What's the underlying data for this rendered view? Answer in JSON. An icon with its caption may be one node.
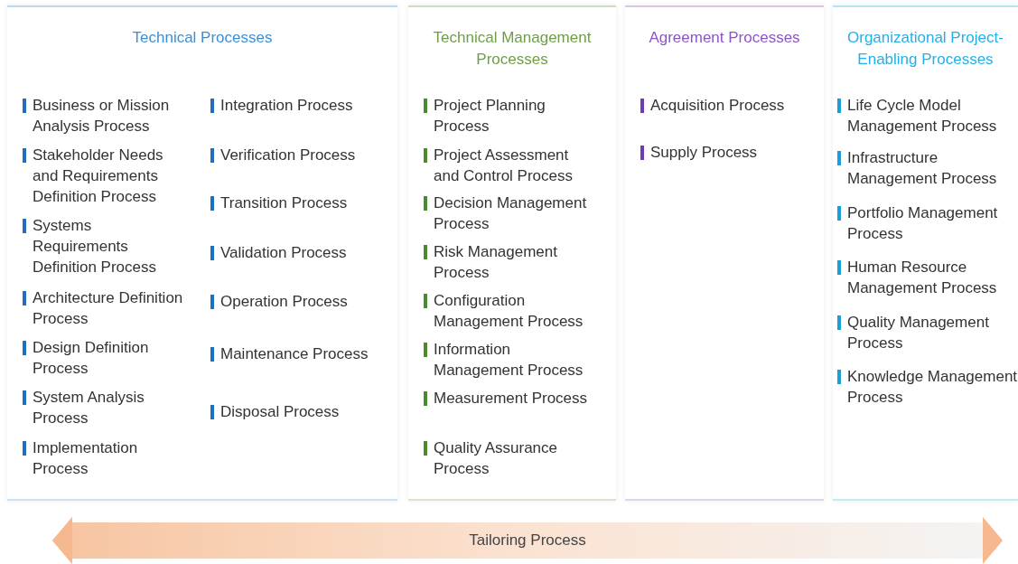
{
  "diagram": {
    "nodes": [
      {
        "text": [
          "Technical Processes",
          "Business or Mission Analysis Process",
          "Stakeholder Needs and Requirements Definition Process",
          "Systems Requirements Definition Process",
          "Architecture Definition Process",
          "Design Definition Process",
          "System Analysis Process",
          "Implementation Process",
          "Integration Process",
          "Verification Process",
          "Transition Process",
          "Validation Process",
          "Operation Process",
          "Maintenance Process",
          "Disposal Process"
        ]
      },
      {
        "text": [
          "Technical Management Processes",
          "Project Planning Process",
          "Project Assessment and Control Process",
          "Decision Management Process",
          "Risk Management Process",
          "Configuration Management Process",
          "Information Management Process",
          "Measurement Process",
          "Quality Assurance Process"
        ]
      },
      {
        "text": [
          "Agreement Processes",
          "Acquisition Process",
          "Supply Process"
        ]
      },
      {
        "text": [
          "Organizational Project-Enabling Processes",
          "Life Cycle Model Management Process",
          "Infrastructure Management Process",
          "Portfolio Management Process",
          "Human Resource Management Process",
          "Quality Management Process",
          "Knowledge Management Process"
        ]
      },
      {
        "text": [
          "Tailoring Process"
        ]
      }
    ],
    "edges": []
  }
}
